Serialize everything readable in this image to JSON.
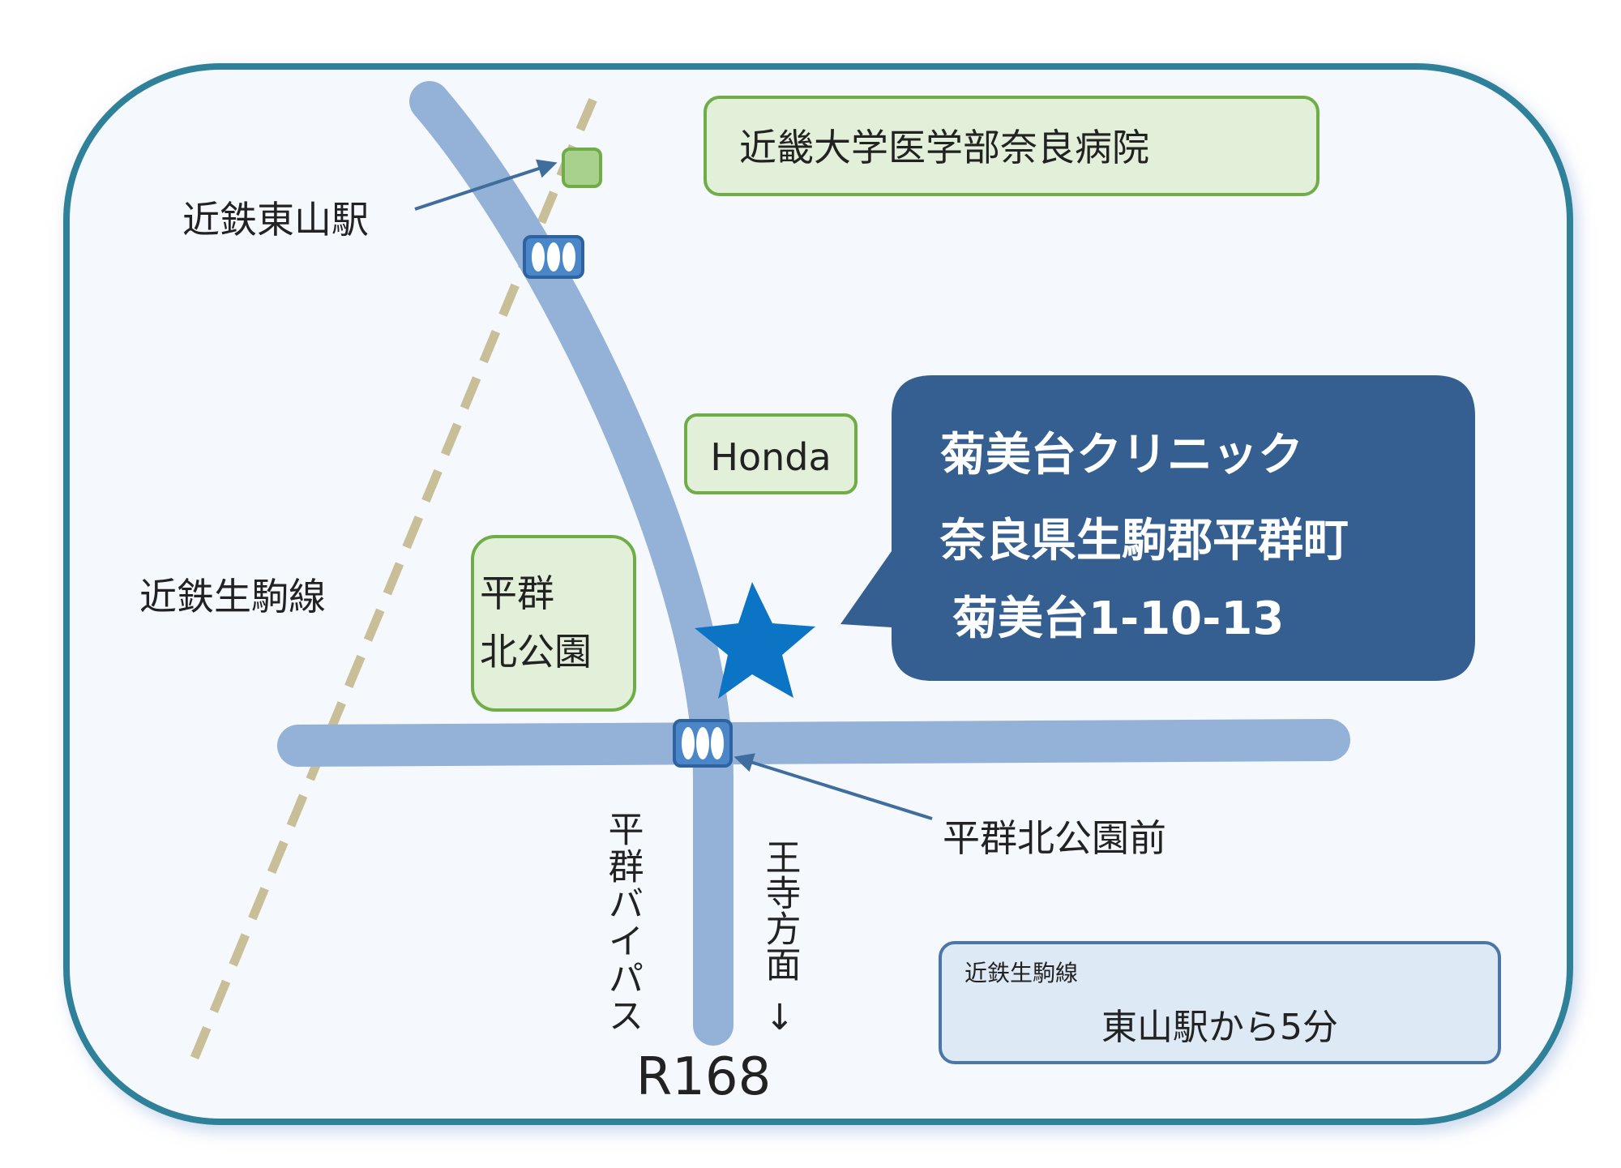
{
  "map": {
    "title": "Access map",
    "colors": {
      "frame_border": "#2f8199",
      "background": "#f5f9fd",
      "road": "#94b2d8",
      "rail": "#c8bf98",
      "landmark_fill": "#e2efd9",
      "landmark_border": "#70ad47",
      "station_fill": "#a9d18e",
      "callout": "#365f91",
      "star": "#0b74c4",
      "signal": "#4a86c8",
      "info_fill": "#dde9f5",
      "info_border": "#4a76a8",
      "arrow": "#3f6e9e"
    },
    "landmarks": {
      "hospital": "近畿大学医学部奈良病院",
      "honda": "Honda",
      "park_line1": "平群",
      "park_line2": "北公園"
    },
    "labels": {
      "station": "近鉄東山駅",
      "rail_line": "近鉄生駒線",
      "intersection": "平群北公園前",
      "bypass": "平群バイパス",
      "direction": "王寺方面",
      "direction_arrow": "↓",
      "route": "R168"
    },
    "clinic": {
      "name": "菊美台クリニック",
      "address_line1": "奈良県生駒郡平群町",
      "address_line2": "菊美台1-10-13"
    },
    "access": {
      "line": "近鉄生駒線",
      "time": "東山駅から5分"
    },
    "icons": {
      "clinic_marker": "star-icon",
      "traffic_signal": "traffic-signal-icon",
      "station": "station-icon"
    }
  }
}
